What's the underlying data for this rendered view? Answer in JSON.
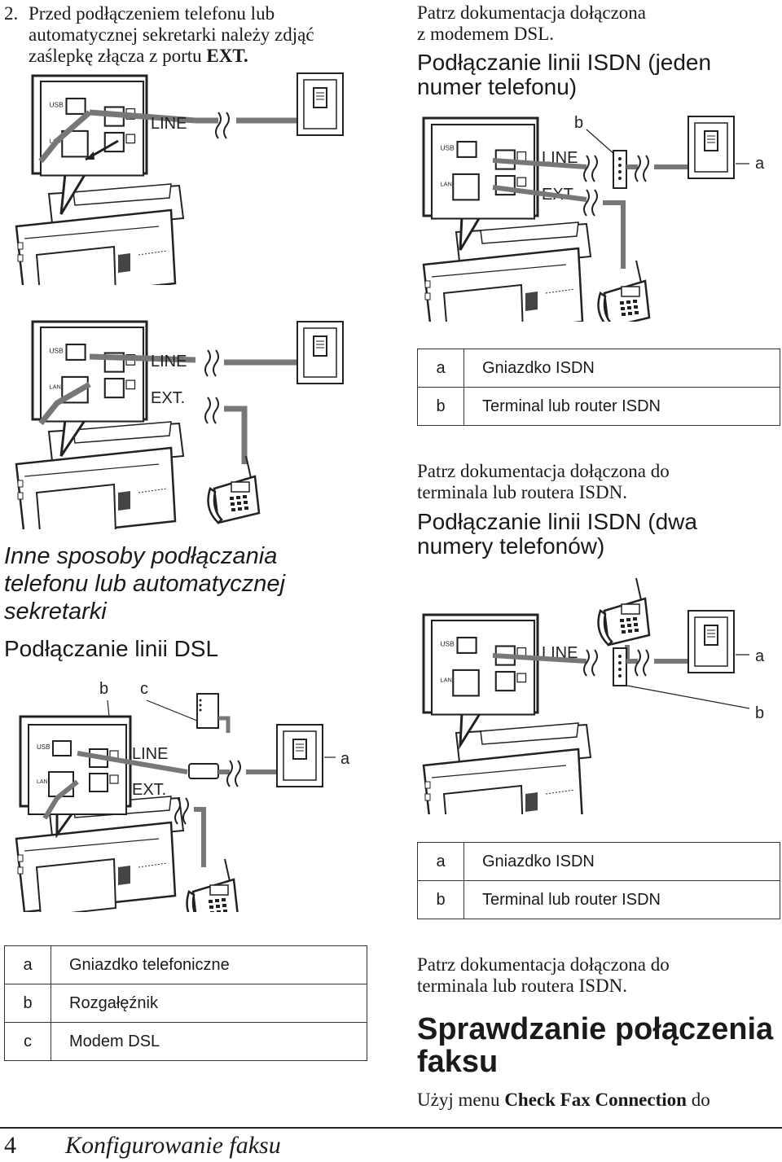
{
  "left_column": {
    "step2": {
      "number": "2.",
      "lines": [
        "Przed podłączeniem telefonu lub",
        "automatycznej sekretarki należy zdjąć",
        "zaślepkę złącza z portu "
      ],
      "bold_port": "EXT."
    },
    "heading_other": [
      "Inne sposoby podłączania",
      "telefonu lub automatycznej",
      "sekretarki"
    ],
    "subheading_dsl": "Podłączanie linii DSL",
    "dsl_legend": [
      {
        "key": "a",
        "value": "Gniazdko telefoniczne"
      },
      {
        "key": "b",
        "value": "Rozgałęźnik"
      },
      {
        "key": "c",
        "value": "Modem DSL"
      }
    ]
  },
  "right_column": {
    "see_modem": [
      "Patrz dokumentacja dołączona",
      "z modemem DSL."
    ],
    "isdn_one_heading": [
      "Podłączanie linii ISDN (jeden",
      "numer telefonu)"
    ],
    "isdn_one_legend": [
      {
        "key": "a",
        "value": "Gniazdko ISDN"
      },
      {
        "key": "b",
        "value": "Terminal lub router ISDN"
      }
    ],
    "see_terminal_1": [
      "Patrz dokumentacja dołączona do",
      "terminala lub routera ISDN."
    ],
    "isdn_two_heading": [
      "Podłączanie linii ISDN (dwa",
      "numery telefonów)"
    ],
    "isdn_two_legend": [
      {
        "key": "a",
        "value": "Gniazdko ISDN"
      },
      {
        "key": "b",
        "value": "Terminal lub router ISDN"
      }
    ],
    "see_terminal_2": [
      "Patrz dokumentacja dołączona do",
      "terminala lub routera ISDN."
    ],
    "check_heading": [
      "Sprawdzanie połączenia",
      "faksu"
    ],
    "check_text": {
      "prefix": "Użyj menu ",
      "bold": "Check Fax Connection",
      "suffix": " do"
    }
  },
  "diagram_labels": {
    "line": "LINE",
    "ext": "EXT.",
    "a": "a",
    "b": "b",
    "c": "c",
    "usb": "USB",
    "lan": "LAN"
  },
  "footer": {
    "page_number": "4",
    "title": "Konfigurowanie faksu"
  }
}
